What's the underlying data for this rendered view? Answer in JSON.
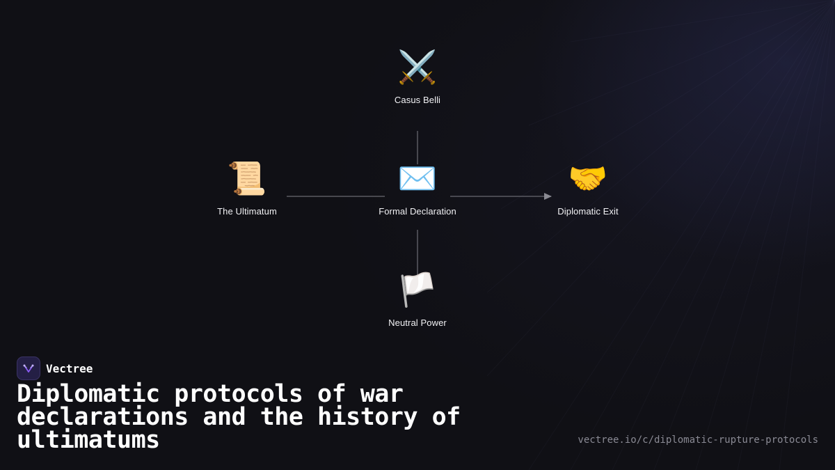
{
  "diagram": {
    "nodes": {
      "top": {
        "icon": "⚔️",
        "icon_name": "crossed-swords-icon",
        "label": "Casus Belli"
      },
      "left": {
        "icon": "📜",
        "icon_name": "scroll-icon",
        "label": "The Ultimatum"
      },
      "center": {
        "icon": "✉️",
        "icon_name": "envelope-icon",
        "label": "Formal Declaration"
      },
      "right": {
        "icon": "🤝",
        "icon_name": "handshake-icon",
        "label": "Diplomatic Exit"
      },
      "bottom": {
        "icon": "🏳️",
        "icon_name": "white-flag-icon",
        "label": "Neutral Power"
      }
    },
    "edges": [
      {
        "from": "top",
        "to": "center",
        "arrow": false
      },
      {
        "from": "left",
        "to": "center",
        "arrow": false
      },
      {
        "from": "center",
        "to": "right",
        "arrow": true
      },
      {
        "from": "center",
        "to": "bottom",
        "arrow": false
      }
    ],
    "colors": {
      "background": "#101015",
      "connector": "#5a5a62",
      "label": "#f2f2f5"
    }
  },
  "brand": {
    "name": "Vectree",
    "logo_icon": "vectree-logo-icon",
    "accent": "#8b5cf6"
  },
  "headline": "Diplomatic protocols of war declarations and the history of ultimatums",
  "url": "vectree.io/c/diplomatic-rupture-protocols"
}
